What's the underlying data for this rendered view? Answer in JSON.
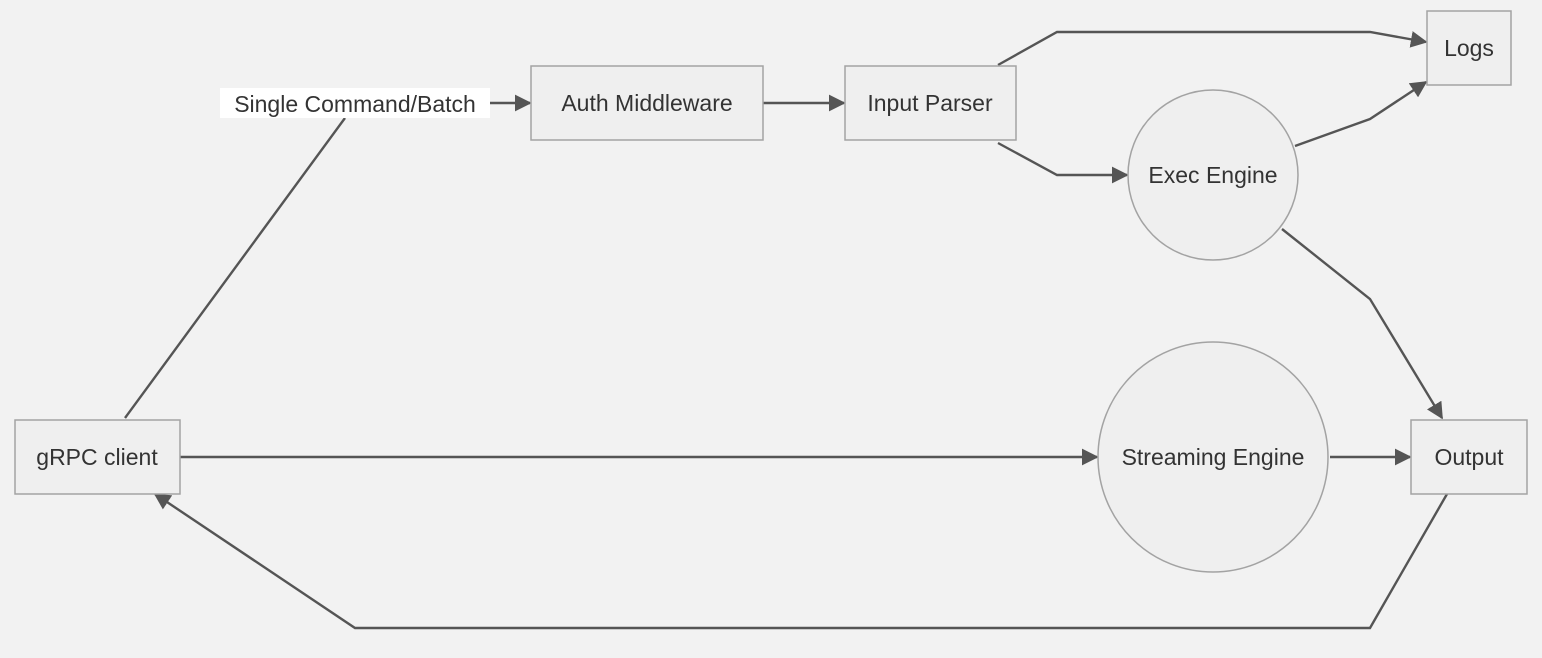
{
  "nodes": {
    "grpc_client": "gRPC client",
    "auth_middleware": "Auth Middleware",
    "input_parser": "Input Parser",
    "exec_engine": "Exec Engine",
    "logs": "Logs",
    "streaming_engine": "Streaming Engine",
    "output": "Output"
  },
  "edge_labels": {
    "client_to_auth": "Single Command/Batch"
  },
  "colors": {
    "background": "#f2f2f2",
    "node_fill": "#efefef",
    "node_stroke": "#a3a3a3",
    "edge": "#555555",
    "text": "#333333"
  }
}
